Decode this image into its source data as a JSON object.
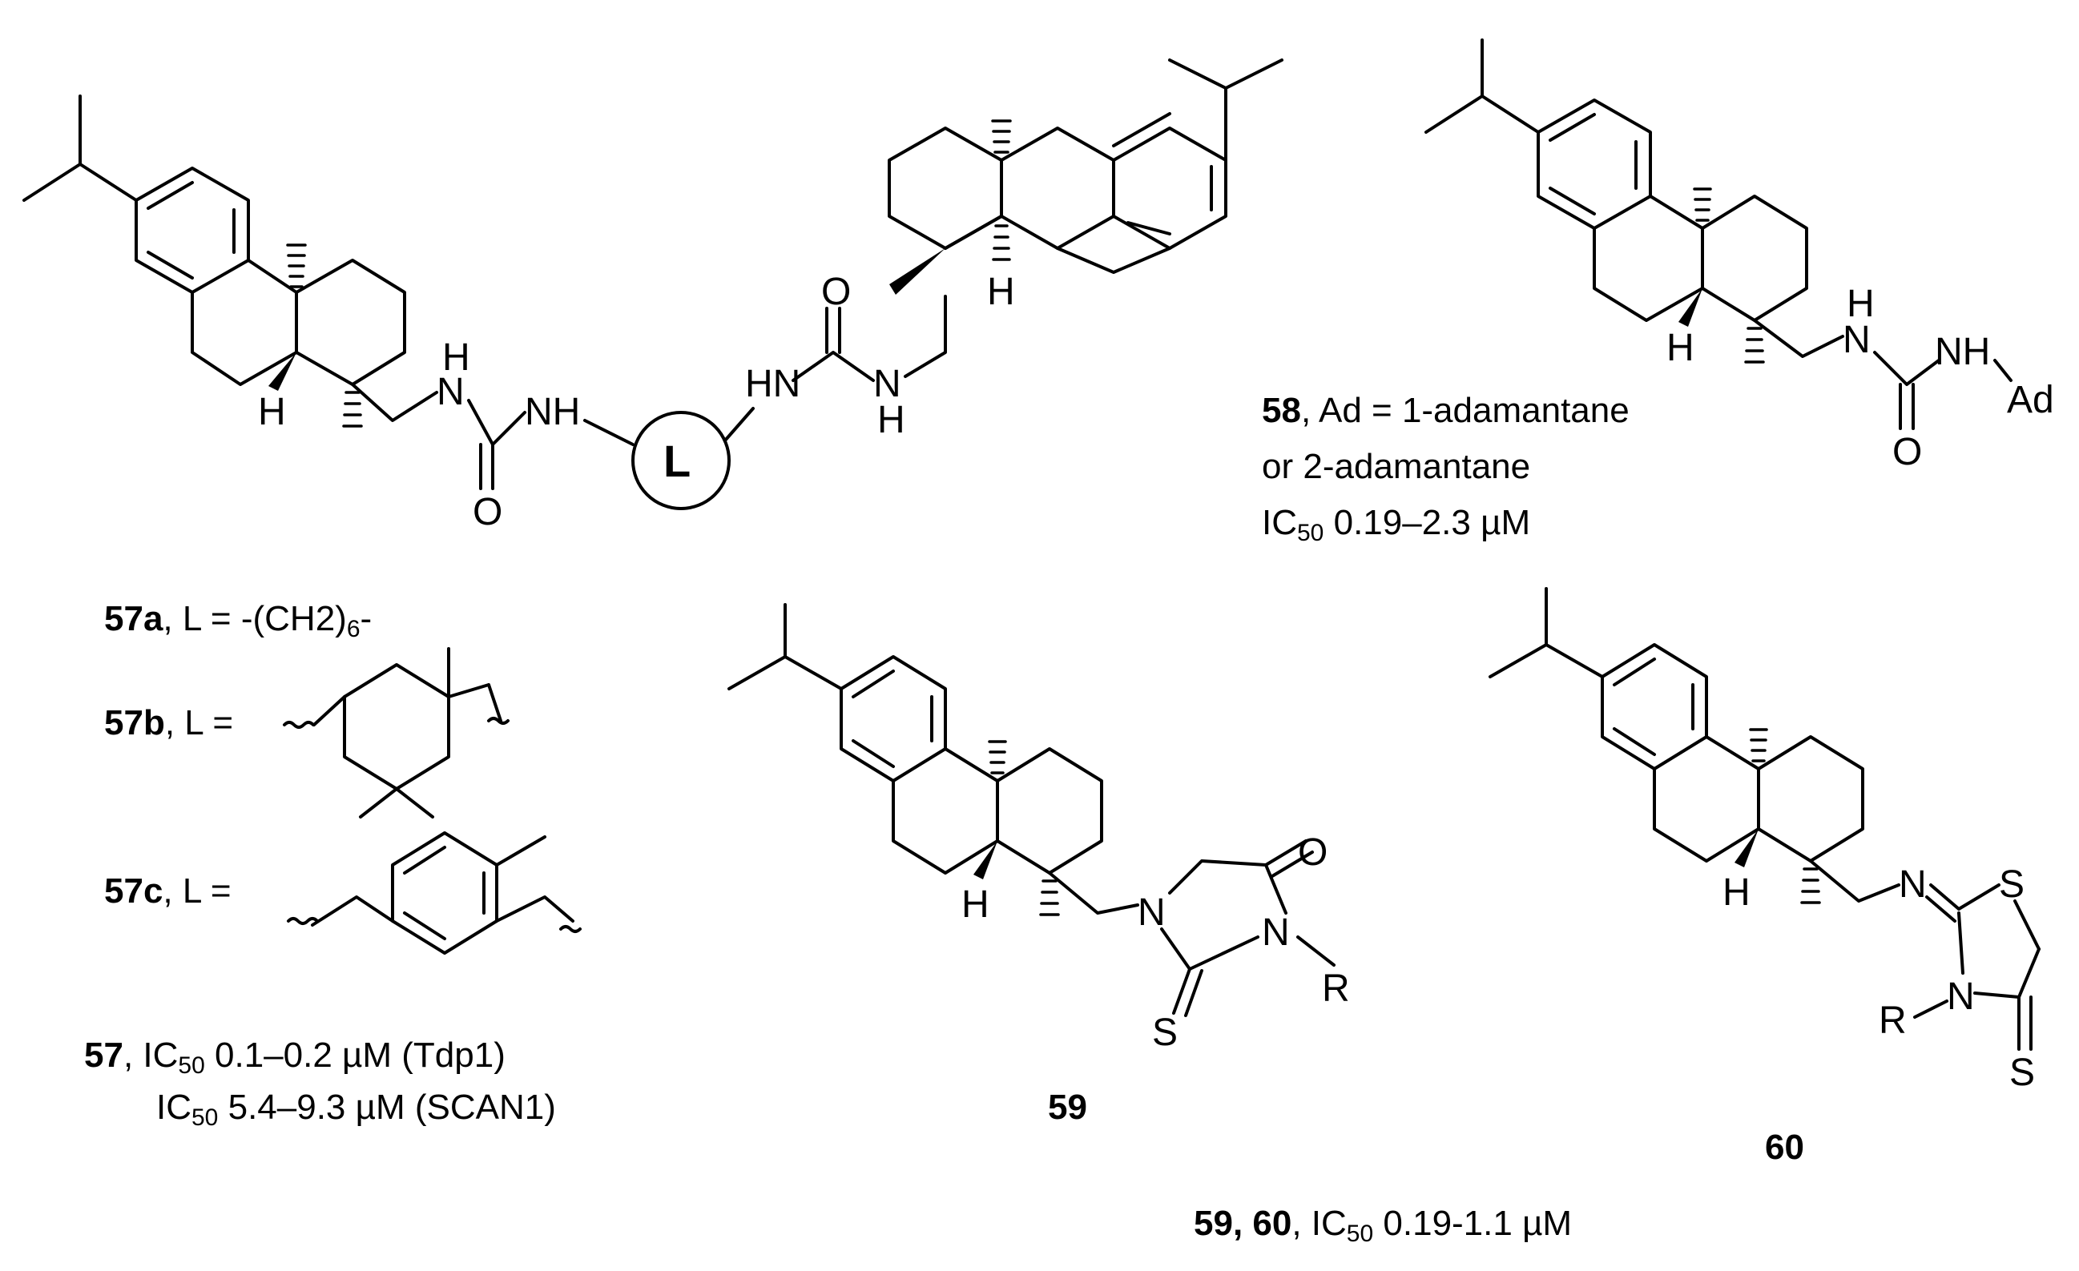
{
  "atoms": {
    "H": "H",
    "N": "N",
    "NH": "NH",
    "HN": "HN",
    "O": "O",
    "S": "S",
    "R": "R",
    "L": "L",
    "Ad": "Ad"
  },
  "captions": {
    "c57a": {
      "id": "57a",
      "text": ", L = -(CH2)",
      "sub": "6",
      "tail": "-"
    },
    "c57b": {
      "id": "57b",
      "text": ", L ="
    },
    "c57c": {
      "id": "57c",
      "text": ", L ="
    },
    "c57": {
      "id": "57",
      "pre": ", IC",
      "sub": "50",
      "text": " 0.1–0.2 µM (Tdp1)"
    },
    "c57_2": {
      "pre": "IC",
      "sub": "50",
      "text": " 5.4–9.3 µM (SCAN1)"
    },
    "c58": {
      "id": "58",
      "text": ", Ad = 1-adamantane"
    },
    "c58_2": {
      "text": "or 2-adamantane"
    },
    "c58_3": {
      "pre": "IC",
      "sub": "50",
      "text": " 0.19–2.3 µM"
    },
    "c59": {
      "id": "59"
    },
    "c60": {
      "id": "60"
    },
    "c5960": {
      "id": "59, 60",
      "pre": ", IC",
      "sub": "50",
      "text": " 0.19-1.1 µM"
    }
  }
}
